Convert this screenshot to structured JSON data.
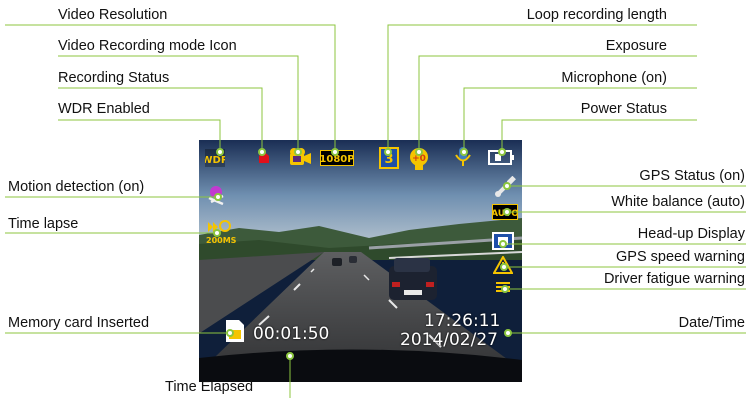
{
  "annotations": {
    "video_resolution": "Video Resolution",
    "video_recording_mode_icon": "Video Recording mode Icon",
    "recording_status": "Recording Status",
    "wdr_enabled": "WDR Enabled",
    "motion_detection": "Motion detection (on)",
    "time_lapse": "Time lapse",
    "memory_card": "Memory card Inserted",
    "time_elapsed": "Time Elapsed",
    "loop_recording_length": "Loop recording  length",
    "exposure": "Exposure",
    "microphone": "Microphone (on)",
    "power_status": "Power Status",
    "gps_status": "GPS Status (on)",
    "white_balance": "White balance (auto)",
    "head_up_display": "Head-up Display",
    "gps_speed_warning": "GPS speed warning",
    "driver_fatigue_warning": "Driver fatigue warning",
    "date_time": "Date/Time"
  },
  "osd": {
    "wdr_icon_text": "WDR",
    "resolution_text": "1080P",
    "loop_text": "3",
    "exposure_text": "+0",
    "wb_text": "AUTO",
    "timelapse_text": "200MS",
    "elapsed": "00:01:50",
    "time": "17:26:11",
    "date": "2014/02/27"
  },
  "icons": {
    "wdr": "wdr-icon",
    "rec": "recording-dot-icon",
    "mode": "video-camera-icon",
    "resolution": "resolution-1080p-icon",
    "loop": "loop-length-icon",
    "exposure": "exposure-bulb-icon",
    "mic": "microphone-icon",
    "power": "power-plug-icon",
    "motion": "motion-detection-icon",
    "timelapse": "time-lapse-icon",
    "gps": "satellite-icon",
    "wb": "white-balance-icon",
    "hud": "head-up-display-icon",
    "speed": "speed-warning-icon",
    "fatigue": "fatigue-warning-icon",
    "sd": "sd-card-icon"
  },
  "colors": {
    "leader": "#8cc63f",
    "osd_yellow": "#f5c400",
    "rec_red": "#e0101a"
  }
}
